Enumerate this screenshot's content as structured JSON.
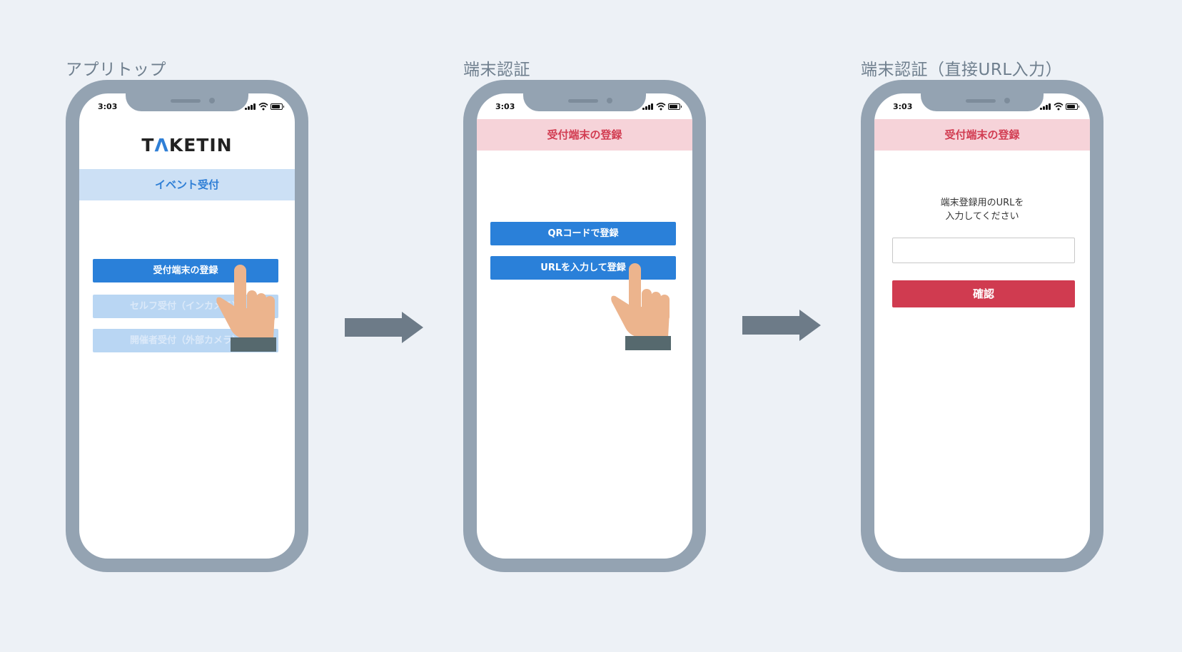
{
  "steps": [
    {
      "title": "アプリトップ",
      "status_time": "3:03",
      "logo": {
        "before": "T",
        "mark": "Λ",
        "after": "KETIN"
      },
      "header": "イベント受付",
      "buttons": [
        "受付端末の登録",
        "セルフ受付（インカメラ）",
        "開催者受付（外部カメラ）"
      ]
    },
    {
      "title": "端末認証",
      "status_time": "3:03",
      "header": "受付端末の登録",
      "buttons": [
        "QRコードで登録",
        "URLを入力して登録"
      ]
    },
    {
      "title": "端末認証（直接URL入力）",
      "status_time": "3:03",
      "header": "受付端末の登録",
      "prompt_line1": "端末登録用のURLを",
      "prompt_line2": "入力してください",
      "url_input": {
        "value": "",
        "placeholder": ""
      },
      "confirm_label": "確認"
    }
  ],
  "colors": {
    "background": "#edf1f6",
    "phone_frame": "#94a3b2",
    "primary_blue": "#2a80d9",
    "disabled_blue": "#b9d6f3",
    "header_blue": "#cce0f5",
    "header_pink": "#f6d3d9",
    "accent_red": "#d03b50",
    "arrow": "#6d7b88",
    "hand_skin": "#ecb48d",
    "hand_cuff": "#56696e"
  },
  "icons": [
    "pointing-hand-icon",
    "right-arrow-icon",
    "signal-icon",
    "wifi-icon",
    "battery-icon"
  ]
}
